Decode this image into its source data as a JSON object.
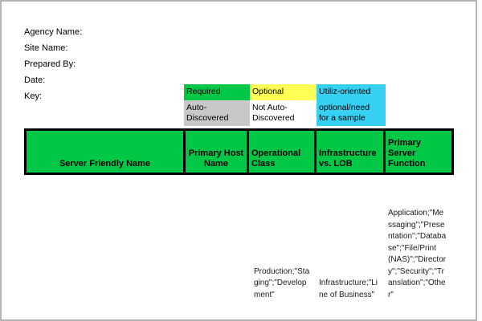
{
  "labels": {
    "agency_name": "Agency Name:",
    "site_name": "Site Name:",
    "prepared_by": "Prepared By:",
    "date": "Date:",
    "key": "Key:"
  },
  "key_legend": {
    "required": "Required",
    "optional": "Optional",
    "utilization_oriented": "Utiliz-oriented",
    "auto_discovered": "Auto-\nDiscovered",
    "not_auto_discovered": "Not Auto-\nDiscovered",
    "optional_need": "optional/need\nfor a sample"
  },
  "colors": {
    "required_green": "#00c846",
    "optional_yellow": "#ffff55",
    "utilization_cyan": "#35d0f2",
    "auto_discovered_gray": "#c8c8c8",
    "header_green": "#00c846",
    "page_border_gray": "#b4b4b4",
    "table_border_black": "#000000"
  },
  "table": {
    "headers": [
      "Server Friendly Name",
      "Primary Host\nName",
      "Operational\nClass",
      "Infrastructure\nvs. LOB",
      "Primary Server\nFunction"
    ],
    "values": {
      "operational_class": "Production;\"Sta\nging\";\"Develop\nment\"",
      "infrastructure_vs_lob": "Infrastructure;\"Li\nne of Business\"",
      "primary_server_function": "Application;\"Me\nssaging\";\"Prese\nntation\";\"Databa\nse\";\"File/Print\n(NAS)\";\"Director\ny\";\"Security\";\"Tr\nanslation\";\"Othe\nr\""
    }
  }
}
